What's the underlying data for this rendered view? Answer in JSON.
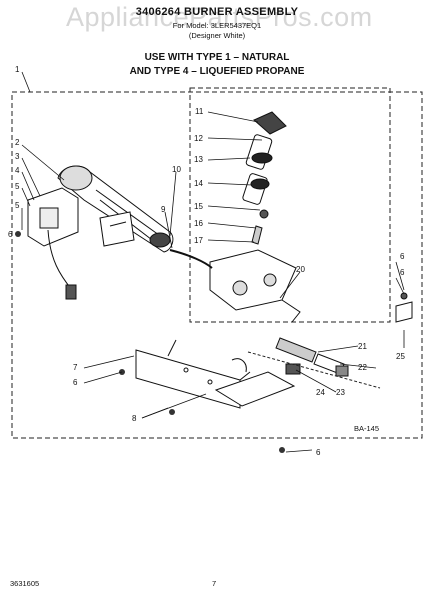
{
  "watermark": "AppliancePartsPros.com",
  "title": "3406264 BURNER ASSEMBLY",
  "subtitle": {
    "line1": "For Model: 3LER5437EQ1",
    "line2": "(Designer White)"
  },
  "use_with": {
    "line1": "USE WITH TYPE 1 – NATURAL",
    "line2": "AND TYPE 4 – LIQUEFIED PROPANE"
  },
  "callouts": [
    "1",
    "2",
    "3",
    "4",
    "5",
    "5",
    "6",
    "7",
    "6",
    "8",
    "9",
    "10",
    "11",
    "12",
    "13",
    "14",
    "15",
    "16",
    "17",
    "20",
    "6",
    "6",
    "25",
    "21",
    "22",
    "24",
    "23",
    "6"
  ],
  "diagram_code": "BA-145",
  "footer_code": "3631605",
  "page_number": "7"
}
